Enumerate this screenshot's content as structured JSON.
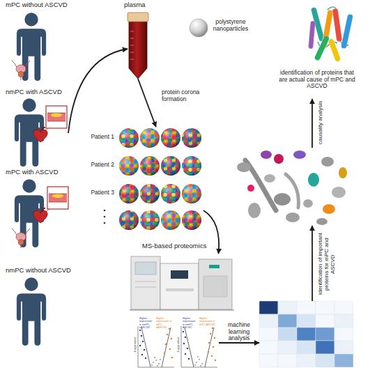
{
  "diagram": {
    "nodes": [
      {
        "text": [
          "mPC without ASCVD"
        ]
      },
      {
        "text": [
          "nmPC with ASCVD"
        ]
      },
      {
        "text": [
          "mPC with ASCVD"
        ]
      },
      {
        "text": [
          "nmPC without ASCVD"
        ]
      },
      {
        "text": [
          "plasma"
        ]
      },
      {
        "text": [
          "polystyrene nanoparticles"
        ]
      },
      {
        "text": [
          "Patient 1",
          "Patient 2",
          "Patient 3"
        ]
      },
      {
        "text": [
          "MS-based proteomics"
        ]
      },
      {
        "text": [
          "Higher expression in nmPC-nASCVD",
          "Higher expression in mPC-nASCVD",
          "-Log(p-value)",
          "Higher expression in nmPC-ASCVD",
          "Higher expression in mPC-ASCVD",
          "-Log(p-value)"
        ]
      },
      {
        "text": []
      },
      {
        "text": []
      },
      {
        "text": [
          "identification of proteins that are actual cause of mPC and ASCVD"
        ]
      }
    ],
    "edges": [
      {
        "from": 1,
        "to": 4,
        "arrow": "to"
      },
      {
        "from": 4,
        "to": 6,
        "label": "protein corona formation",
        "arrow": "to"
      },
      {
        "from": 6,
        "to": 7,
        "arrow": "to"
      },
      {
        "from": 8,
        "to": 9,
        "label": "machine learning analysis",
        "arrow": "to"
      },
      {
        "from": 9,
        "to": 10,
        "label": "identification of important proteins for mPC and ASCVD",
        "arrow": "to"
      },
      {
        "from": 10,
        "to": 11,
        "label": "causality analysis",
        "arrow": "to"
      }
    ]
  }
}
